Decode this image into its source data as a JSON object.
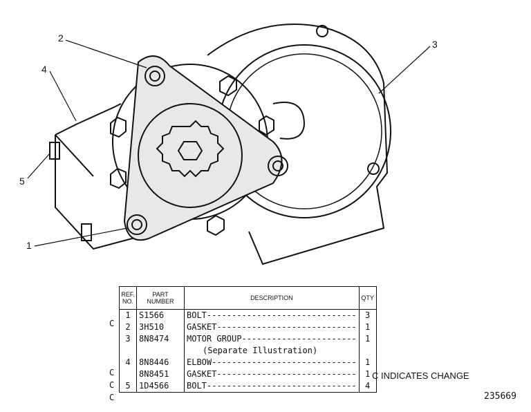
{
  "callouts": [
    "1",
    "2",
    "3",
    "4",
    "5"
  ],
  "table": {
    "headers": {
      "ref": "REF. NO.",
      "part": "PART NUMBER",
      "desc": "DESCRIPTION",
      "qty": "QTY"
    },
    "rows": [
      {
        "flag": "C",
        "ref": "1",
        "part": "S1566",
        "desc": "BOLT------------------------------",
        "qty": "3"
      },
      {
        "flag": "",
        "ref": "2",
        "part": "3H510",
        "desc": "GASKET----------------------------",
        "qty": "1"
      },
      {
        "flag": "",
        "ref": "3",
        "part": "8N8474",
        "desc": "MOTOR GROUP-----------------------",
        "qty": "1"
      },
      {
        "flag": "",
        "ref": "",
        "part": "",
        "desc": "(Separate Illustration)",
        "qty": ""
      },
      {
        "flag": "C",
        "ref": "4",
        "part": "8N8446",
        "desc": "ELBOW-----------------------------",
        "qty": "1"
      },
      {
        "flag": "C",
        "ref": "",
        "part": "8N8451",
        "desc": "GASKET----------------------------",
        "qty": "1"
      },
      {
        "flag": "C",
        "ref": "5",
        "part": "1D4566",
        "desc": "BOLT------------------------------",
        "qty": "4"
      }
    ]
  },
  "change_note": "C INDICATES CHANGE",
  "illustration_number": "235669"
}
